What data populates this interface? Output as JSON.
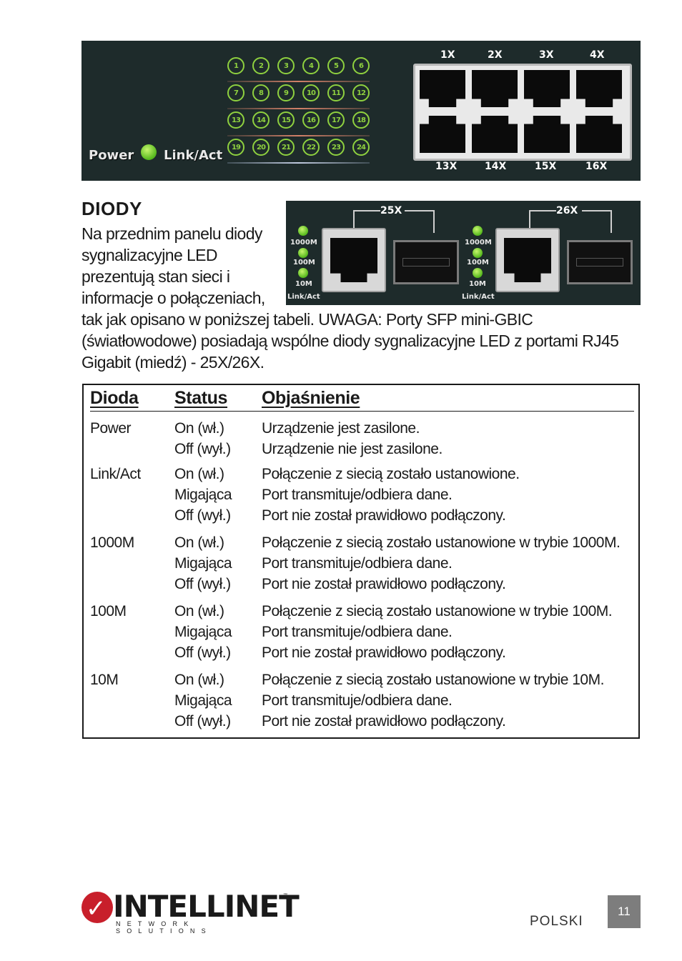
{
  "panel_top": {
    "led_numbers": [
      [
        "1",
        "2",
        "3",
        "4",
        "5",
        "6"
      ],
      [
        "7",
        "8",
        "9",
        "10",
        "11",
        "12"
      ],
      [
        "13",
        "14",
        "15",
        "16",
        "17",
        "18"
      ],
      [
        "19",
        "20",
        "21",
        "22",
        "23",
        "24"
      ]
    ],
    "power_label": "Power",
    "link_label": "Link/Act",
    "ports_top": [
      "1X",
      "2X",
      "3X",
      "4X"
    ],
    "ports_bottom": [
      "13X",
      "14X",
      "15X",
      "16X"
    ],
    "led_color": "#8fd13f"
  },
  "panel_sfp": {
    "port_a": "25X",
    "port_b": "26X",
    "speeds": [
      "1000M",
      "100M",
      "10M"
    ],
    "link_label": "Link/Act"
  },
  "heading": "DIODY",
  "intro_left": "Na przednim panelu diody sygnalizacyjne LED prezentują stan sieci i informacje o połączeniach,",
  "intro_full": "tak jak opisano w poniższej tabeli. UWAGA: Porty SFP mini-GBIC (światłowodowe) posiadają wspólne diody sygnalizacyjne LED z portami RJ45 Gigabit (miedź) - 25X/26X.",
  "table": {
    "headers": [
      "Dioda",
      "Status",
      "Objaśnienie"
    ],
    "groups": [
      {
        "led": "Power",
        "rows": [
          {
            "status": "On (wł.)",
            "desc": "Urządzenie jest zasilone."
          },
          {
            "status": "Off (wył.)",
            "desc": "Urządzenie nie jest zasilone."
          }
        ]
      },
      {
        "led": "Link/Act",
        "rows": [
          {
            "status": "On (wł.)",
            "desc": "Połączenie z siecią zostało ustanowione."
          },
          {
            "status": "Migająca",
            "desc": "Port transmituje/odbiera dane."
          },
          {
            "status": "Off (wył.)",
            "desc": "Port nie został prawidłowo podłączony."
          }
        ]
      },
      {
        "led": "1000M",
        "rows": [
          {
            "status": "On (wł.)",
            "desc": "Połączenie z siecią zostało ustanowione w trybie 1000M."
          },
          {
            "status": "Migająca",
            "desc": "Port transmituje/odbiera dane."
          },
          {
            "status": "Off (wył.)",
            "desc": "Port nie został prawidłowo podłączony."
          }
        ]
      },
      {
        "led": "100M",
        "rows": [
          {
            "status": "On (wł.)",
            "desc": "Połączenie z siecią zostało ustanowione w trybie 100M."
          },
          {
            "status": "Migająca",
            "desc": "Port transmituje/odbiera dane."
          },
          {
            "status": "Off (wył.)",
            "desc": "Port nie został prawidłowo podłączony."
          }
        ]
      },
      {
        "led": "10M",
        "rows": [
          {
            "status": "On (wł.)",
            "desc": "Połączenie z siecią zostało ustanowione w trybie 10M."
          },
          {
            "status": "Migająca",
            "desc": "Port transmituje/odbiera dane."
          },
          {
            "status": "Off (wył.)",
            "desc": "Port nie został prawidłowo podłączony."
          }
        ]
      }
    ]
  },
  "footer": {
    "logo_text": "INTELLINET",
    "logo_sub": "NETWORK SOLUTIONS",
    "logo_tm": "™",
    "language": "POLSKI",
    "page": "11",
    "brand_red": "#c81f2b"
  }
}
